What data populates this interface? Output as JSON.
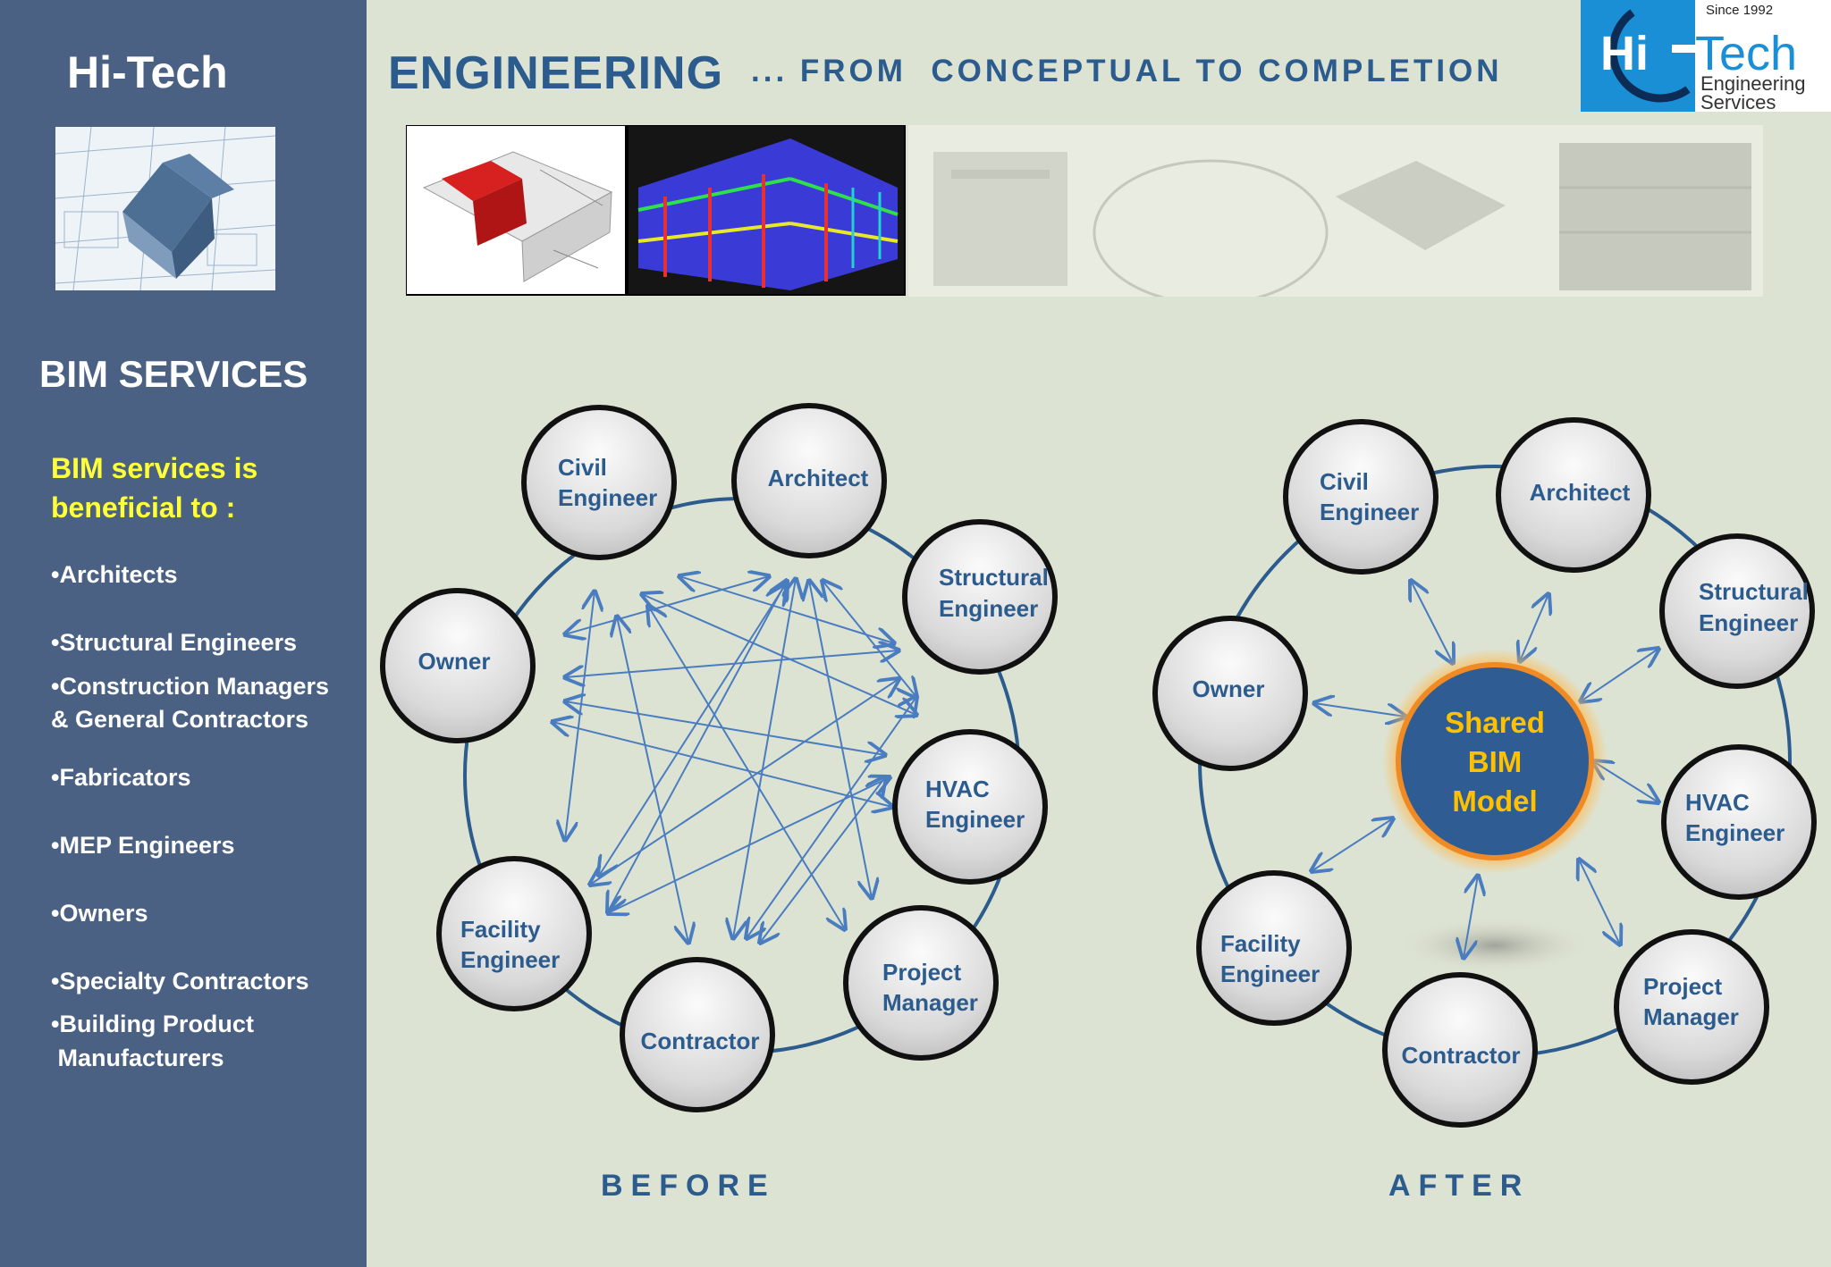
{
  "sidebar": {
    "brand": "Hi-Tech",
    "section_title": "BIM SERVICES",
    "intro_line1": "BIM services is",
    "intro_line2": "beneficial to :",
    "items": [
      "•Architects",
      "•Structural Engineers",
      "•Construction Managers",
      "&  General Contractors",
      "•Fabricators",
      "•MEP Engineers",
      "•Owners",
      "•Specialty Contractors",
      "•Building Product",
      " Manufacturers"
    ]
  },
  "header": {
    "title": "ENGINEERING",
    "tagline": "... FROM  CONCEPTUAL TO COMPLETION"
  },
  "logo": {
    "since": "Since 1992",
    "hi": "Hi",
    "tech": "Tech",
    "engineering": "Engineering",
    "services": "Services"
  },
  "diagram": {
    "nodes": {
      "civil_1": "Civil",
      "civil_2": "Engineer",
      "architect": "Architect",
      "structural_1": "Structural",
      "structural_2": "Engineer",
      "owner": "Owner",
      "hvac_1": "HVAC",
      "hvac_2": "Engineer",
      "facility_1": "Facility",
      "facility_2": "Engineer",
      "project_1": "Project",
      "project_2": "Manager",
      "contractor": "Contractor"
    },
    "center_1": "Shared",
    "center_2": "BIM",
    "center_3": "Model",
    "before_label": "BEFORE",
    "after_label": "AFTER"
  },
  "colors": {
    "sidebar": "#4a6183",
    "background": "#dde3d2",
    "accent_text": "#2c5b8d",
    "highlight": "#ffff3a",
    "center_fill": "#2f5c92",
    "center_text": "#ffc000",
    "arrow": "#4a7cc0"
  }
}
